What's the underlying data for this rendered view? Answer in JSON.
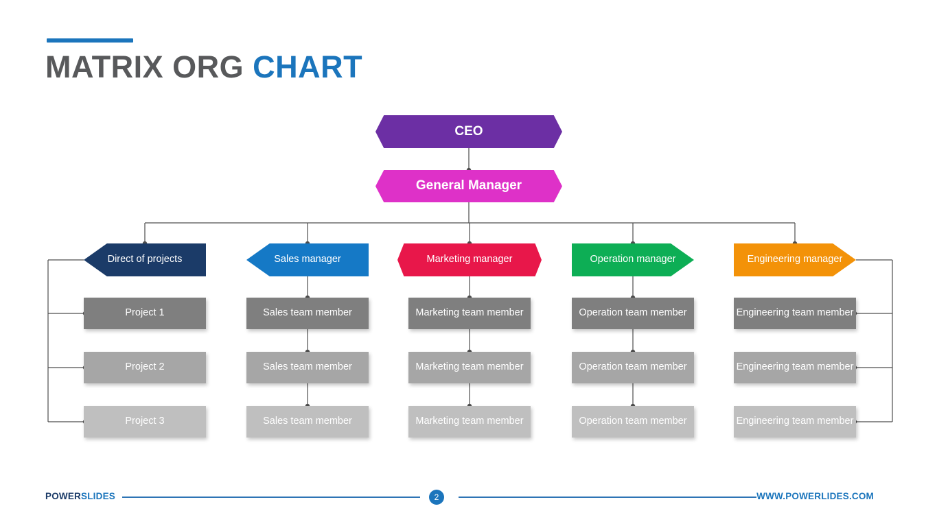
{
  "header": {
    "title_main": "MATRIX ORG",
    "title_accent": "CHART",
    "accent_color": "#1B75BC",
    "title_color": "#58595B"
  },
  "org_chart": {
    "type": "diagram",
    "top": [
      {
        "id": "ceo",
        "label": "CEO",
        "color": "#6C2FA4",
        "shape": "hexagon"
      },
      {
        "id": "general-manager",
        "label": "General Manager",
        "color": "#DE31C8",
        "shape": "hexagon"
      }
    ],
    "managers": [
      {
        "id": "direct-of-projects",
        "label": "Direct of projects",
        "color": "#1B3B68",
        "shape": "chevron-left"
      },
      {
        "id": "sales-manager",
        "label": "Sales manager",
        "color": "#1579C6",
        "shape": "chevron-left"
      },
      {
        "id": "marketing-manager",
        "label": "Marketing manager",
        "color": "#E8174A",
        "shape": "hexagon"
      },
      {
        "id": "operation-manager",
        "label": "Operation manager",
        "color": "#0DAE55",
        "shape": "chevron-right"
      },
      {
        "id": "engineering-manager",
        "label": "Engineering manager",
        "color": "#F39208",
        "shape": "chevron-right"
      }
    ],
    "row_colors": [
      "#7F7F7F",
      "#A6A6A6",
      "#BFBFBF"
    ],
    "columns": [
      {
        "manager": "Direct of projects",
        "members": [
          "Project 1",
          "Project 2",
          "Project 3"
        ]
      },
      {
        "manager": "Sales manager",
        "members": [
          "Sales team member",
          "Sales team member",
          "Sales team member"
        ]
      },
      {
        "manager": "Marketing manager",
        "members": [
          "Marketing team member",
          "Marketing team member",
          "Marketing team member"
        ]
      },
      {
        "manager": "Operation manager",
        "members": [
          "Operation team member",
          "Operation team member",
          "Operation team member"
        ]
      },
      {
        "manager": "Engineering manager",
        "members": [
          "Engineering team member",
          "Engineering team member",
          "Engineering team member"
        ]
      }
    ]
  },
  "footer": {
    "brand_part1": "POWER",
    "brand_part2": "SLIDES",
    "page_number": "2",
    "url": "WWW.POWERLIDES.COM",
    "rule_color": "#2E74B5"
  }
}
